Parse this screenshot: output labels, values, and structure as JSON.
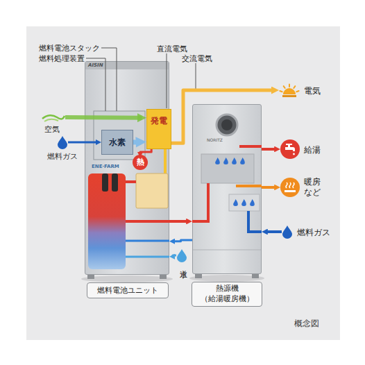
{
  "diagram": {
    "caption": "概念図",
    "nodes": [
      {
        "text": [
          "空気"
        ]
      },
      {
        "text": [
          "燃料ガス"
        ]
      },
      {
        "text": [
          "燃料電池ユニット"
        ]
      },
      {
        "text": [
          "水素"
        ],
        "in": 2
      },
      {
        "text": [
          "発電"
        ],
        "in": 2
      },
      {
        "text": [
          "熱"
        ],
        "in": 2
      },
      {
        "text": [
          "水道"
        ]
      },
      {
        "text": [
          "熱源機 （給湯暖房機）"
        ]
      },
      {
        "text": [
          "電気"
        ]
      },
      {
        "text": [
          "給湯"
        ]
      },
      {
        "text": [
          "暖房 など"
        ]
      },
      {
        "text": [
          "燃料ガス"
        ]
      }
    ],
    "edges": [
      {
        "from": 0,
        "to": 4,
        "arrow": "to"
      },
      {
        "from": 1,
        "to": 3,
        "arrow": "to"
      },
      {
        "from": 3,
        "to": 4,
        "arrow": "to"
      },
      {
        "from": 4,
        "to": 5,
        "arrow": "to"
      },
      {
        "from": 4,
        "to": 8,
        "arrow": "to"
      },
      {
        "from": 2,
        "to": 7,
        "arrow": "to"
      },
      {
        "from": 7,
        "to": 2,
        "arrow": "to"
      },
      {
        "from": 6,
        "to": 2,
        "arrow": "to"
      },
      {
        "from": 7,
        "to": 9,
        "arrow": "to"
      },
      {
        "from": 7,
        "to": 10,
        "arrow": "to"
      },
      {
        "from": 11,
        "to": 7,
        "arrow": "to"
      }
    ],
    "labels": [
      "燃料電池スタック",
      "燃料処理装置",
      "直流電気",
      "交流電気",
      "AISIN",
      "ENE·FARM",
      "NORITZ"
    ]
  }
}
